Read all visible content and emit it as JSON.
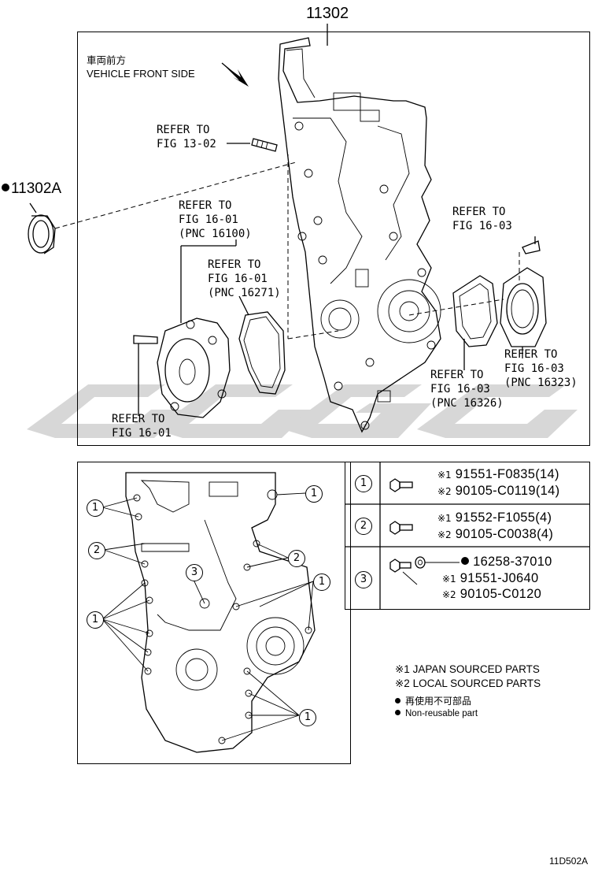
{
  "diagram": {
    "main_part": "11302",
    "oil_seal_part": "11302A",
    "direction_jp": "車両前方",
    "direction_en": "VEHICLE FRONT SIDE",
    "refs": [
      {
        "line1": "REFER TO",
        "line2": "FIG 13-02",
        "line3": ""
      },
      {
        "line1": "REFER TO",
        "line2": "FIG 16-01",
        "line3": "(PNC 16100)"
      },
      {
        "line1": "REFER TO",
        "line2": "FIG 16-01",
        "line3": "(PNC 16271)"
      },
      {
        "line1": "REFER TO",
        "line2": "FIG 16-01",
        "line3": ""
      },
      {
        "line1": "REFER TO",
        "line2": "FIG 16-03",
        "line3": ""
      },
      {
        "line1": "REFER TO",
        "line2": "FIG 16-03",
        "line3": "(PNC 16326)"
      },
      {
        "line1": "REFER TO",
        "line2": "FIG 16-03",
        "line3": "(PNC 16323)"
      }
    ],
    "callouts": [
      "1",
      "2",
      "3"
    ]
  },
  "parts_table": {
    "rows": [
      {
        "key": "1",
        "src1_mark": "※1",
        "src1_part": "91551-F0835(14)",
        "src2_mark": "※2",
        "src2_part": "90105-C0119(14)",
        "extra": ""
      },
      {
        "key": "2",
        "src1_mark": "※1",
        "src1_part": "91552-F1055(4)",
        "src2_mark": "※2",
        "src2_part": "90105-C0038(4)",
        "extra": ""
      },
      {
        "key": "3",
        "src1_mark": "※1",
        "src1_part": "91551-J0640",
        "src2_mark": "※2",
        "src2_part": "90105-C0120",
        "extra": "16258-37010"
      }
    ]
  },
  "legend": {
    "note1": "※1 JAPAN SOURCED PARTS",
    "note2": "※2 LOCAL SOURCED PARTS",
    "nonreusable_jp": "再使用不可部品",
    "nonreusable_en": "Non-reusable part"
  },
  "figure_id": "11D502A",
  "watermark_color": "#d6d6d6"
}
